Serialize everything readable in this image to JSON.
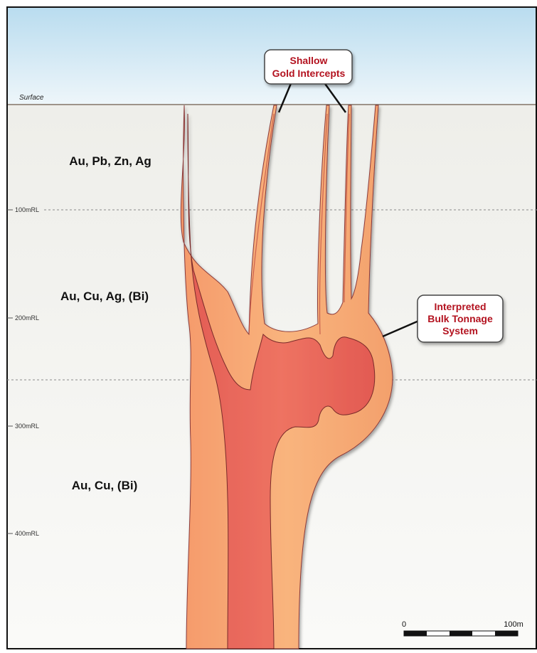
{
  "surface_label": "Surface",
  "rl_labels": [
    "100mRL",
    "200mRL",
    "300mRL",
    "400mRL"
  ],
  "zones": [
    {
      "id": "zone-1",
      "text": "Au, Pb, Zn, Ag"
    },
    {
      "id": "zone-2",
      "text": "Au, Cu, Ag, (Bi)"
    },
    {
      "id": "zone-3",
      "text": "Au, Cu, (Bi)"
    }
  ],
  "callouts": {
    "shallow": {
      "line1": "Shallow",
      "line2": "Gold Intercepts"
    },
    "bulk": {
      "line1": "Interpreted",
      "line2": "Bulk Tonnage",
      "line3": "System"
    }
  },
  "scale_bar": {
    "start": "0",
    "end": "100m"
  },
  "colors": {
    "sky_top": "#b9dcef",
    "sky_bottom": "#eaf4f9",
    "ground": "#f4f4f1",
    "outer_halo": "#f7ae75",
    "inner_core": "#e8685c",
    "callout_text": "#b3121f"
  }
}
